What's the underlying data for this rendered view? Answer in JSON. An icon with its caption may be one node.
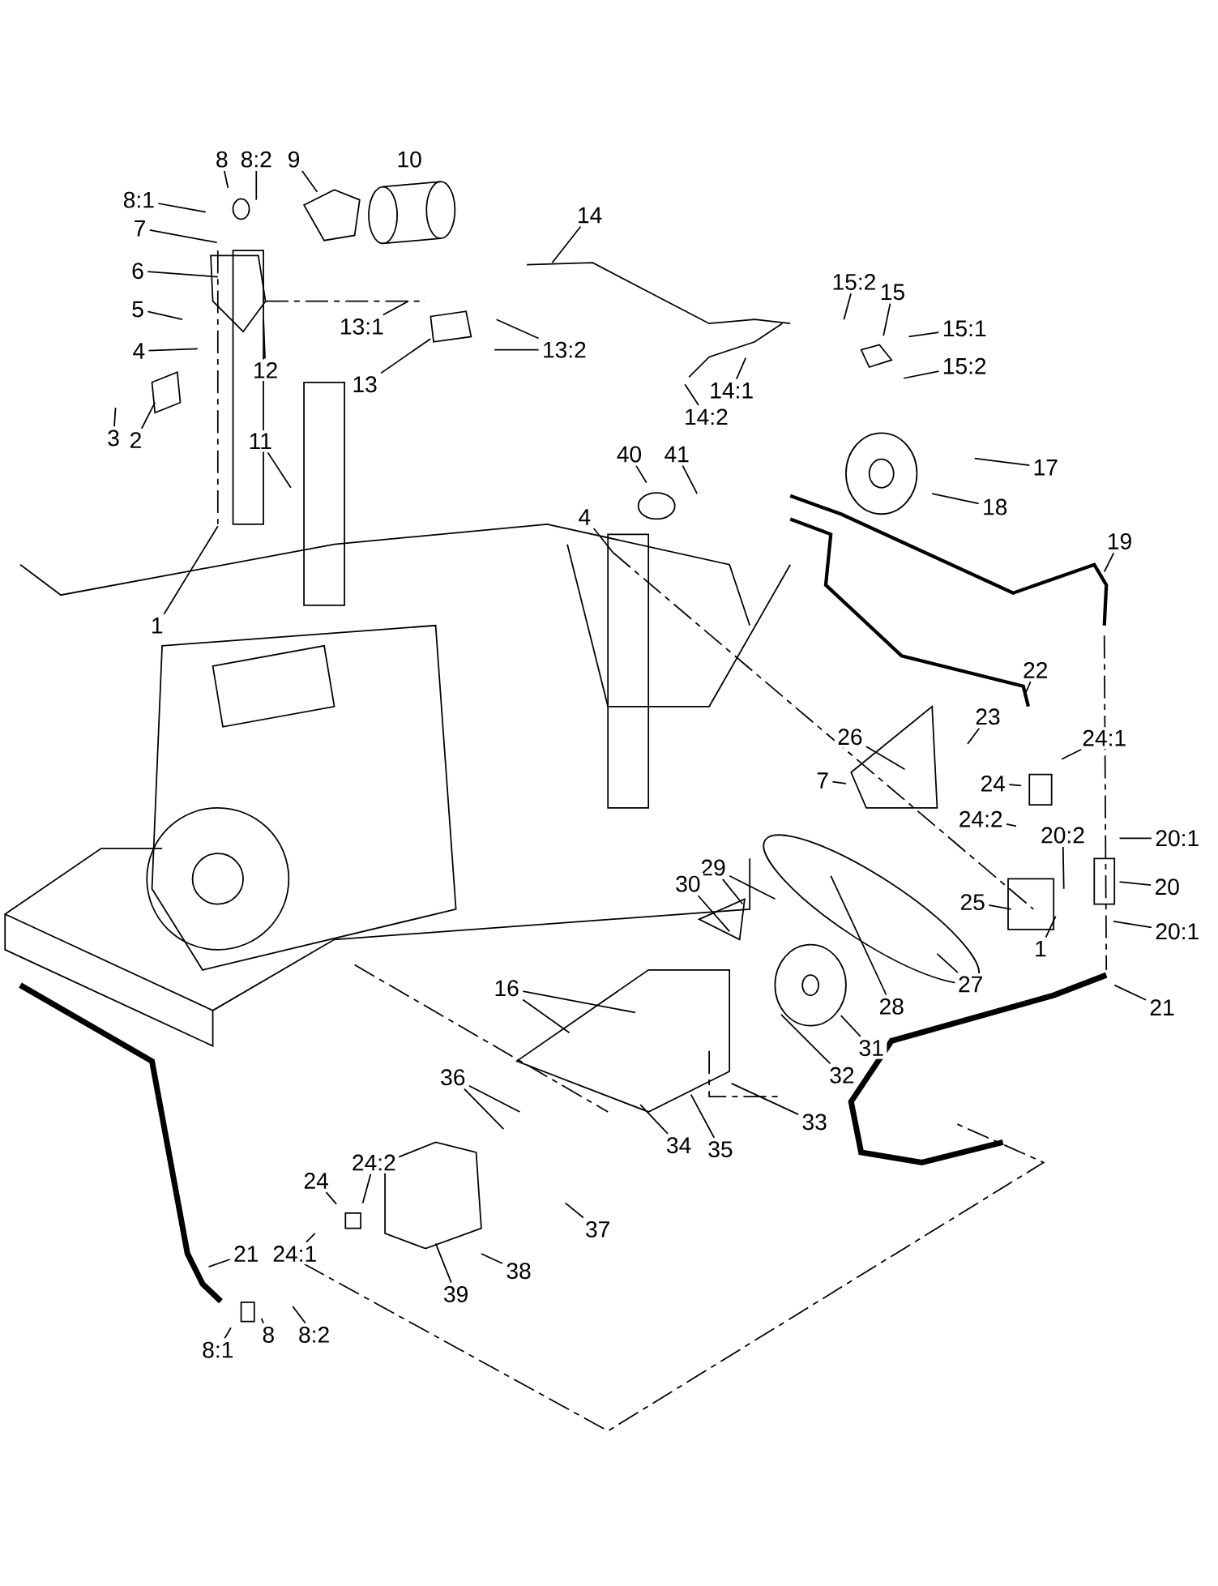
{
  "diagram": {
    "nodes": [
      {
        "text": [
          "8:1"
        ]
      },
      {
        "text": [
          "8"
        ]
      },
      {
        "text": [
          "8:2"
        ]
      },
      {
        "text": [
          "9"
        ]
      },
      {
        "text": [
          "7"
        ]
      },
      {
        "text": [
          "6"
        ]
      },
      {
        "text": [
          "5"
        ]
      },
      {
        "text": [
          "4"
        ]
      },
      {
        "text": [
          "3"
        ]
      },
      {
        "text": [
          "2"
        ]
      },
      {
        "text": [
          "12"
        ]
      },
      {
        "text": [
          "13:1"
        ]
      },
      {
        "text": [
          "13"
        ]
      },
      {
        "text": [
          "13:2"
        ]
      },
      {
        "text": [
          "14"
        ]
      },
      {
        "text": [
          "14:1"
        ]
      },
      {
        "text": [
          "14:2"
        ]
      },
      {
        "text": [
          "15:2"
        ]
      },
      {
        "text": [
          "15"
        ]
      },
      {
        "text": [
          "15:1"
        ]
      },
      {
        "text": [
          "15:2"
        ]
      },
      {
        "text": [
          "11"
        ]
      },
      {
        "text": [
          "1"
        ]
      },
      {
        "text": [
          "40"
        ]
      },
      {
        "text": [
          "41"
        ]
      },
      {
        "text": [
          "4"
        ]
      },
      {
        "text": [
          "17"
        ]
      },
      {
        "text": [
          "18"
        ]
      },
      {
        "text": [
          "19"
        ]
      },
      {
        "text": [
          "22"
        ]
      },
      {
        "text": [
          "23"
        ]
      },
      {
        "text": [
          "26"
        ]
      },
      {
        "text": [
          "7"
        ]
      },
      {
        "text": [
          "24:1"
        ]
      },
      {
        "text": [
          "24"
        ]
      },
      {
        "text": [
          "24:2"
        ]
      },
      {
        "text": [
          "20:2"
        ]
      },
      {
        "text": [
          "20:1"
        ]
      },
      {
        "text": [
          "20"
        ]
      },
      {
        "text": [
          "25"
        ]
      },
      {
        "text": [
          "1"
        ]
      },
      {
        "text": [
          "20:1"
        ]
      },
      {
        "text": [
          "27"
        ]
      },
      {
        "text": [
          "28"
        ]
      },
      {
        "text": [
          "21"
        ]
      },
      {
        "text": [
          "29"
        ]
      },
      {
        "text": [
          "30"
        ]
      },
      {
        "text": [
          "16"
        ]
      },
      {
        "text": [
          "31"
        ]
      },
      {
        "text": [
          "32"
        ]
      },
      {
        "text": [
          "33"
        ]
      },
      {
        "text": [
          "34"
        ]
      },
      {
        "text": [
          "35"
        ]
      },
      {
        "text": [
          "36"
        ]
      },
      {
        "text": [
          "37"
        ]
      },
      {
        "text": [
          "38"
        ]
      },
      {
        "text": [
          "39"
        ]
      },
      {
        "text": [
          "24"
        ]
      },
      {
        "text": [
          "24:2"
        ]
      },
      {
        "text": [
          "24:1"
        ]
      },
      {
        "text": [
          "21"
        ]
      },
      {
        "text": [
          "8:1"
        ]
      },
      {
        "text": [
          "8"
        ]
      },
      {
        "text": [
          "8:2"
        ]
      }
    ],
    "edges": [
      {
        "from": 0,
        "to": null,
        "arrow": "none"
      },
      {
        "from": 1,
        "to": null,
        "arrow": "none"
      },
      {
        "from": 2,
        "to": null,
        "arrow": "none"
      },
      {
        "from": 3,
        "to": null,
        "arrow": "none"
      },
      {
        "from": 4,
        "to": null,
        "arrow": "none"
      },
      {
        "from": 5,
        "to": null,
        "arrow": "none"
      },
      {
        "from": 6,
        "to": null,
        "arrow": "none"
      },
      {
        "from": 7,
        "to": null,
        "arrow": "none"
      },
      {
        "from": 8,
        "to": null,
        "arrow": "none"
      },
      {
        "from": 9,
        "to": null,
        "arrow": "none"
      },
      {
        "from": 10,
        "to": null,
        "arrow": "none"
      },
      {
        "from": 11,
        "to": null,
        "arrow": "none"
      },
      {
        "from": 12,
        "to": null,
        "arrow": "none"
      },
      {
        "from": 13,
        "to": null,
        "arrow": "none"
      },
      {
        "from": 13,
        "to": null,
        "arrow": "none"
      },
      {
        "from": 14,
        "to": null,
        "arrow": "none"
      },
      {
        "from": 15,
        "to": null,
        "arrow": "none"
      },
      {
        "from": 16,
        "to": null,
        "arrow": "none"
      },
      {
        "from": 17,
        "to": null,
        "arrow": "none"
      },
      {
        "from": 18,
        "to": null,
        "arrow": "none"
      },
      {
        "from": 19,
        "to": null,
        "arrow": "none"
      },
      {
        "from": 20,
        "to": null,
        "arrow": "none"
      },
      {
        "from": 21,
        "to": null,
        "arrow": "none"
      },
      {
        "from": 22,
        "to": null,
        "arrow": "none"
      },
      {
        "from": 23,
        "to": null,
        "arrow": "none"
      },
      {
        "from": 24,
        "to": null,
        "arrow": "none"
      },
      {
        "from": 25,
        "to": null,
        "arrow": "none"
      },
      {
        "from": 26,
        "to": null,
        "arrow": "none"
      },
      {
        "from": 27,
        "to": null,
        "arrow": "none"
      },
      {
        "from": 28,
        "to": null,
        "arrow": "none"
      },
      {
        "from": 29,
        "to": null,
        "arrow": "none"
      },
      {
        "from": 30,
        "to": null,
        "arrow": "none"
      },
      {
        "from": 31,
        "to": null,
        "arrow": "none"
      },
      {
        "from": 32,
        "to": null,
        "arrow": "none"
      },
      {
        "from": 33,
        "to": null,
        "arrow": "none"
      },
      {
        "from": 34,
        "to": null,
        "arrow": "none"
      },
      {
        "from": 35,
        "to": null,
        "arrow": "none"
      },
      {
        "from": 36,
        "to": null,
        "arrow": "none"
      },
      {
        "from": 37,
        "to": null,
        "arrow": "none"
      },
      {
        "from": 38,
        "to": null,
        "arrow": "none"
      },
      {
        "from": 39,
        "to": null,
        "arrow": "none"
      },
      {
        "from": 40,
        "to": null,
        "arrow": "none"
      },
      {
        "from": 41,
        "to": null,
        "arrow": "none"
      },
      {
        "from": 42,
        "to": null,
        "arrow": "none"
      },
      {
        "from": 43,
        "to": null,
        "arrow": "none"
      },
      {
        "from": 44,
        "to": null,
        "arrow": "none"
      },
      {
        "from": 45,
        "to": null,
        "arrow": "none"
      },
      {
        "from": 45,
        "to": null,
        "arrow": "none"
      },
      {
        "from": 46,
        "to": null,
        "arrow": "none"
      },
      {
        "from": 47,
        "to": null,
        "arrow": "none"
      },
      {
        "from": 47,
        "to": null,
        "arrow": "none"
      },
      {
        "from": 48,
        "to": null,
        "arrow": "none"
      },
      {
        "from": 49,
        "to": null,
        "arrow": "none"
      },
      {
        "from": 50,
        "to": null,
        "arrow": "none"
      },
      {
        "from": 51,
        "to": null,
        "arrow": "none"
      },
      {
        "from": 52,
        "to": null,
        "arrow": "none"
      },
      {
        "from": 53,
        "to": null,
        "arrow": "none"
      },
      {
        "from": 53,
        "to": null,
        "arrow": "none"
      },
      {
        "from": 54,
        "to": null,
        "arrow": "none"
      },
      {
        "from": 55,
        "to": null,
        "arrow": "none"
      },
      {
        "from": 56,
        "to": null,
        "arrow": "none"
      },
      {
        "from": 57,
        "to": null,
        "arrow": "none"
      },
      {
        "from": 58,
        "to": null,
        "arrow": "none"
      },
      {
        "from": 59,
        "to": null,
        "arrow": "none"
      },
      {
        "from": 60,
        "to": null,
        "arrow": "none"
      },
      {
        "from": 61,
        "to": null,
        "arrow": "none"
      },
      {
        "from": 62,
        "to": null,
        "arrow": "none"
      },
      {
        "from": 63,
        "to": null,
        "arrow": "none"
      }
    ],
    "labels": [
      "10"
    ]
  }
}
